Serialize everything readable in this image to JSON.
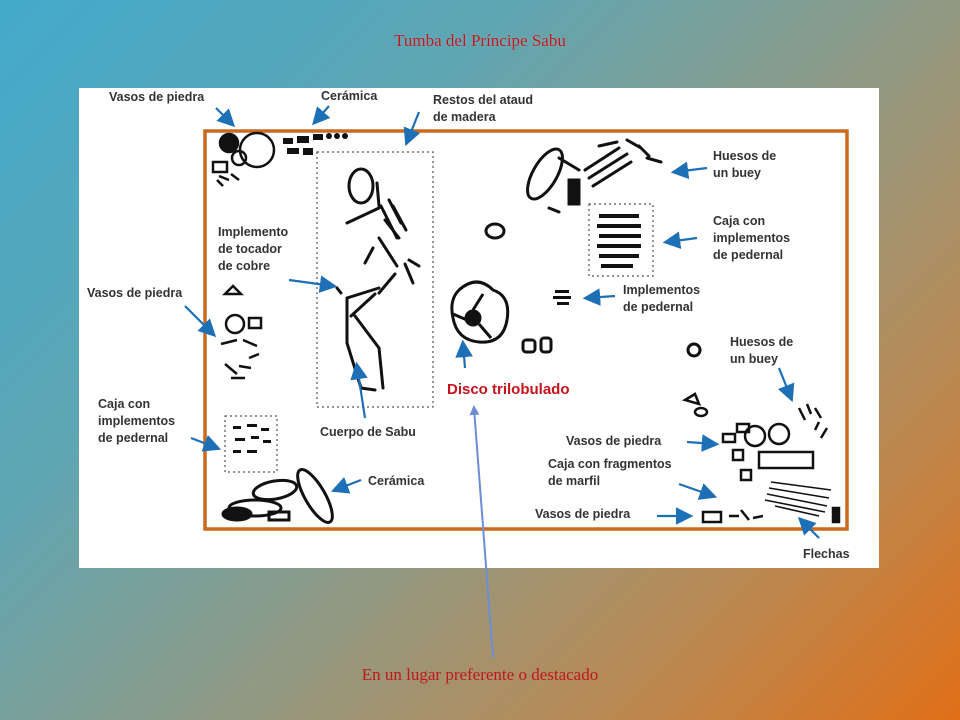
{
  "slide": {
    "title": "Tumba del Príncipe Sabu",
    "caption": "En un lugar preferente o destacado"
  },
  "colors": {
    "tomb_border": "#c96a1f",
    "arrow": "#1d6fb6",
    "label_text": "#333333",
    "highlight_red": "#c8121c",
    "callout_line": "#6b8ed6"
  },
  "labels": {
    "vasos_top_left": "Vasos de piedra",
    "ceramica_top": "Cerámica",
    "restos_ataud": "Restos del ataud\nde madera",
    "huesos_buey_top": "Huesos de\nun buey",
    "caja_pedernal_right": "Caja con\nimplementos\nde pedernal",
    "implemento_tocador": "Implemento\nde tocador\nde cobre",
    "vasos_left": "Vasos de piedra",
    "implementos_pedernal": "Implementos\nde pedernal",
    "huesos_buey_right": "Huesos de\nun buey",
    "disco_trilobulado": "Disco trilobulado",
    "caja_pedernal_left": "Caja con\nimplementos\nde pedernal",
    "cuerpo_sabu": "Cuerpo de Sabu",
    "vasos_right_1": "Vasos de piedra",
    "caja_marfil": "Caja con fragmentos\nde marfil",
    "ceramica_bottom": "Cerámica",
    "vasos_right_2": "Vasos de piedra",
    "flechas": "Flechas"
  }
}
